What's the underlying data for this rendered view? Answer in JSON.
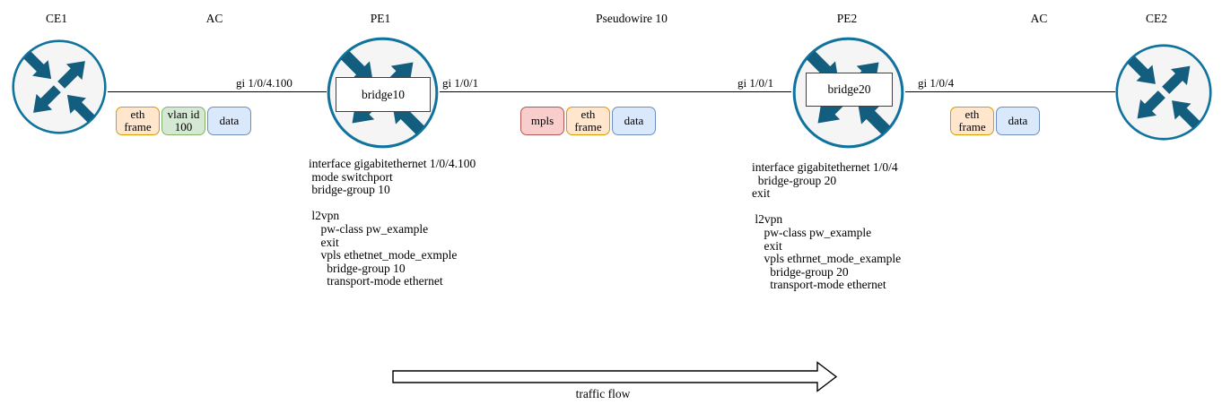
{
  "nodes": {
    "ce1": "CE1",
    "ac_left": "AC",
    "pe1": "PE1",
    "pseudowire": "Pseudowire 10",
    "pe2": "PE2",
    "ac_right": "AC",
    "ce2": "CE2"
  },
  "bridges": {
    "pe1": "bridge10",
    "pe2": "bridge20"
  },
  "interfaces": {
    "ce1_pe1": "gi 1/0/4.100",
    "pe1_pw": "gi 1/0/1",
    "pw_pe2": "gi 1/0/1",
    "pe2_ce2": "gi 1/0/4"
  },
  "frames": {
    "ac_left": [
      {
        "kind": "eth",
        "label": "eth\nframe"
      },
      {
        "kind": "vlan",
        "label": "vlan id\n100"
      },
      {
        "kind": "data",
        "label": "data"
      }
    ],
    "pseudowire": [
      {
        "kind": "mpls",
        "label": "mpls"
      },
      {
        "kind": "eth",
        "label": "eth\nframe"
      },
      {
        "kind": "data",
        "label": "data"
      }
    ],
    "ac_right": [
      {
        "kind": "eth",
        "label": "eth\nframe"
      },
      {
        "kind": "data",
        "label": "data"
      }
    ]
  },
  "configs": {
    "pe1": "interface gigabitethernet 1/0/4.100\n mode switchport\n bridge-group 10\n\n l2vpn\n    pw-class pw_example\n    exit\n    vpls ethetnet_mode_exmple\n      bridge-group 10\n      transport-mode ethernet",
    "pe2": "interface gigabitethernet 1/0/4\n  bridge-group 20\nexit\n\n l2vpn\n    pw-class pw_example\n    exit\n    vpls ethrnet_mode_example\n      bridge-group 20\n      transport-mode ethernet"
  },
  "traffic_flow_label": "traffic flow",
  "colors": {
    "router_fill": "#f5f5f5",
    "router_stroke": "#10739e",
    "arrow_color": "#135d7e",
    "line_color": "#000000",
    "eth_fill": "#ffe6cc",
    "eth_border": "#d79b00",
    "vlan_fill": "#d5e8d4",
    "vlan_border": "#82b366",
    "data_fill": "#dae8fc",
    "data_border": "#6c8ebf",
    "mpls_fill": "#f8cecc",
    "mpls_border": "#b85450"
  }
}
